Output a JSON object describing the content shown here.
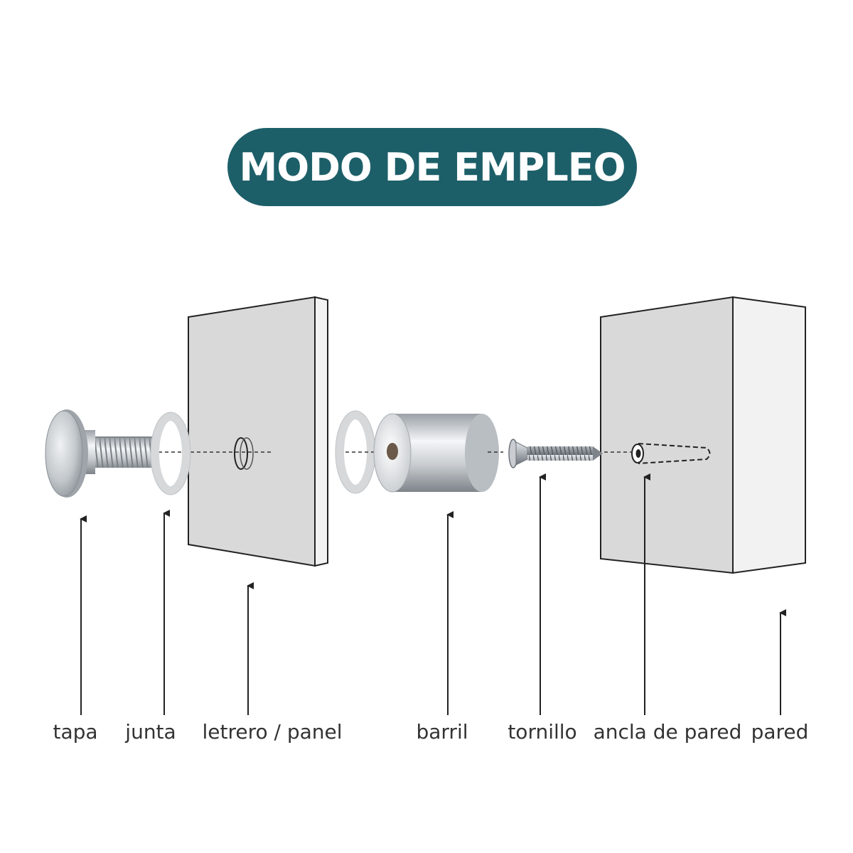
{
  "title": "MODO DE EMPLEO",
  "colors": {
    "pill": "#1d5f69",
    "panel_face": "#d9d9d9",
    "panel_edge": "#f2f2f2",
    "outline": "#222222",
    "metal_dark": "#8e9398",
    "metal_light": "#f4f6f8",
    "label_text": "#333333"
  },
  "labels": {
    "tapa": "tapa",
    "junta": "junta",
    "letrero": "letrero / panel",
    "barril": "barril",
    "tornillo": "tornillo",
    "ancla": "ancla de pared",
    "pared": "pared"
  }
}
